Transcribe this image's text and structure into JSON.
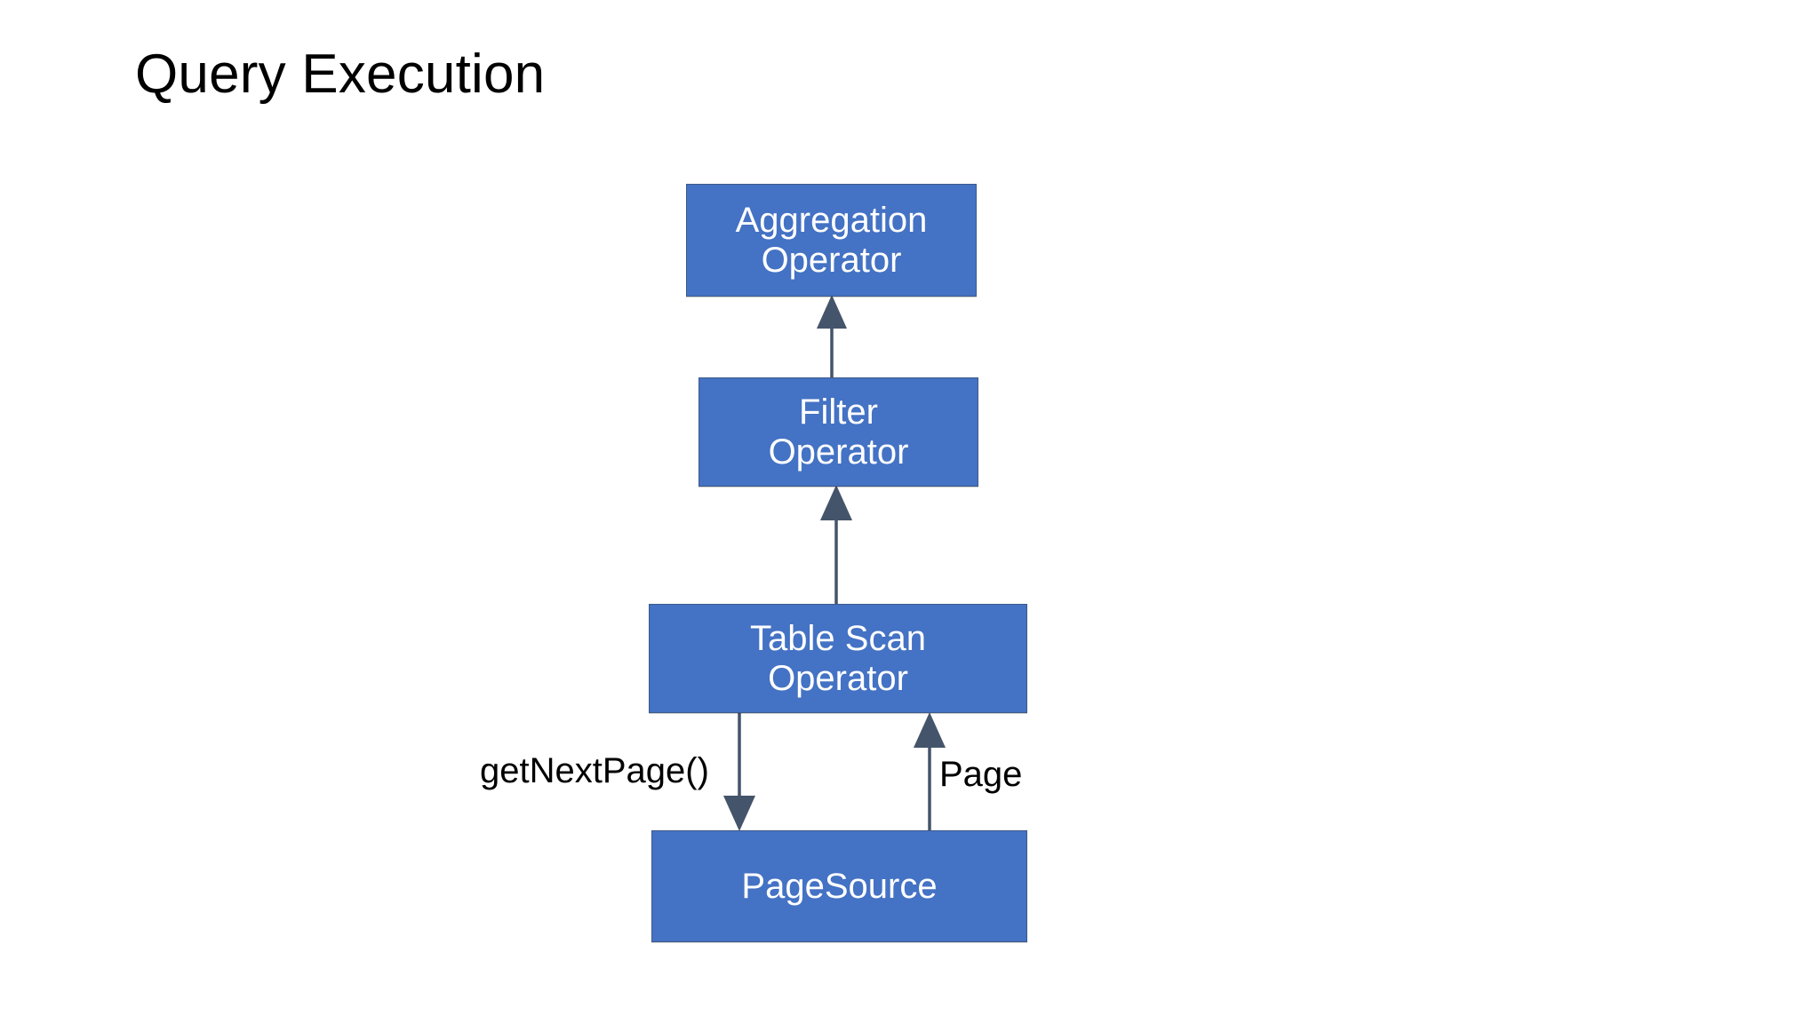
{
  "slide": {
    "title": "Query Execution",
    "background_color": "#ffffff",
    "title_color": "#000000"
  },
  "theme": {
    "box_fill": "#4472C4",
    "box_border": "#3d5a8a",
    "box_text_color": "#ffffff",
    "arrow_color": "#44546A",
    "label_color": "#000000"
  },
  "diagram": {
    "type": "flow",
    "orientation": "bottom-up",
    "nodes": [
      {
        "id": "aggregation",
        "name": "aggregation-operator",
        "lines": [
          "Aggregation",
          "Operator"
        ],
        "shape": "rectangle"
      },
      {
        "id": "filter",
        "name": "filter-operator",
        "lines": [
          "Filter",
          "Operator"
        ],
        "shape": "rectangle"
      },
      {
        "id": "tablescan",
        "name": "table-scan-operator",
        "lines": [
          "Table Scan",
          "Operator"
        ],
        "shape": "rectangle"
      },
      {
        "id": "pagesource",
        "name": "page-source",
        "lines": [
          "PageSource"
        ],
        "shape": "rectangle"
      }
    ],
    "edges": [
      {
        "id": "filter-to-aggregation",
        "from": "filter",
        "to": "aggregation",
        "direction": "up",
        "label": ""
      },
      {
        "id": "tablescan-to-filter",
        "from": "tablescan",
        "to": "filter",
        "direction": "up",
        "label": ""
      },
      {
        "id": "tablescan-to-pagesource",
        "from": "tablescan",
        "to": "pagesource",
        "direction": "down",
        "label": "getNextPage()"
      },
      {
        "id": "pagesource-to-tablescan",
        "from": "pagesource",
        "to": "tablescan",
        "direction": "up",
        "label": "Page"
      }
    ]
  },
  "labels": {
    "get_next_page": "getNextPage()",
    "page": "Page"
  }
}
